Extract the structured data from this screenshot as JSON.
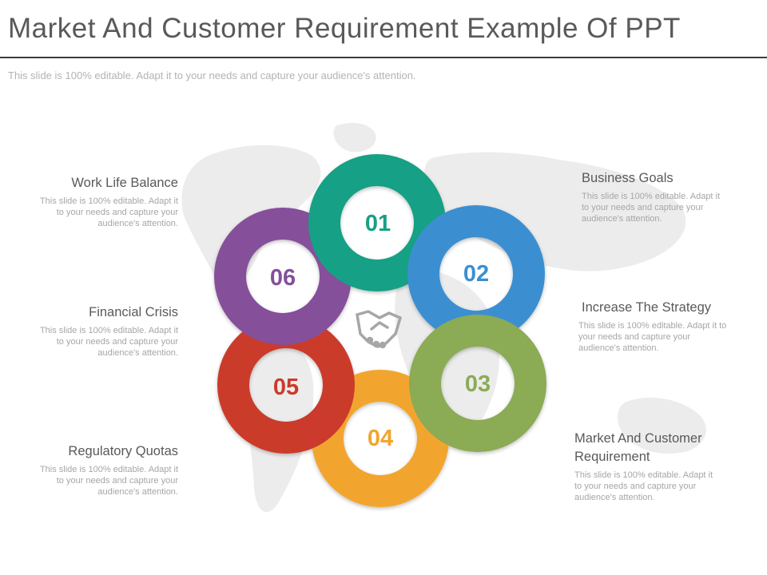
{
  "header": {
    "title": "Market And Customer Requirement Example Of PPT",
    "subtitle": "This slide is 100% editable. Adapt it to your needs and capture your audience's attention."
  },
  "colors": {
    "teal": "#16a085",
    "blue": "#3a8fd1",
    "green": "#8bab55",
    "orange": "#f2a52d",
    "red": "#cb3a2c",
    "purple": "#85509a"
  },
  "icons": [
    "handshake-icon"
  ],
  "rings": [
    {
      "number": "01"
    },
    {
      "number": "02"
    },
    {
      "number": "03"
    },
    {
      "number": "04"
    },
    {
      "number": "05"
    },
    {
      "number": "06"
    }
  ],
  "items": {
    "work_life": {
      "title": "Work Life Balance",
      "desc": "This slide is 100% editable. Adapt it to your needs and capture your audience's attention."
    },
    "financial": {
      "title": "Financial Crisis",
      "desc": "This slide is 100% editable. Adapt it to your needs and capture your audience's attention."
    },
    "regulatory": {
      "title": "Regulatory Quotas",
      "desc": "This slide is 100% editable. Adapt it to your needs and capture your audience's attention."
    },
    "business": {
      "title": "Business Goals",
      "desc": "This slide is 100% editable. Adapt it to your needs and capture your audience's attention."
    },
    "strategy": {
      "title": "Increase The Strategy",
      "desc": "This slide is 100% editable. Adapt it to your needs and capture your audience's attention."
    },
    "market": {
      "title": "Market And Customer Requirement",
      "desc": "This slide is 100% editable. Adapt it to your needs and capture your audience's attention."
    }
  }
}
